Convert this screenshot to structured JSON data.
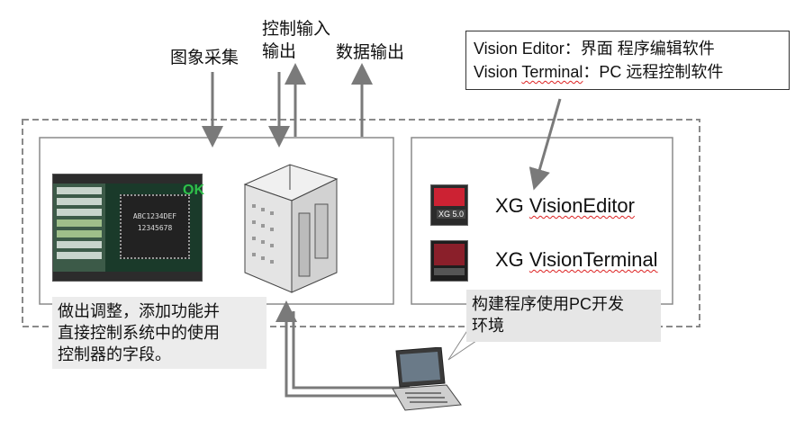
{
  "labels": {
    "image_capture": "图象采集",
    "control_io_line1": "控制输入",
    "control_io_line2": "输出",
    "data_output": "数据输出"
  },
  "callout": {
    "line1_prefix": "Vision Editor：",
    "line1_rest": "界面 程序编辑软件",
    "line2_prefix": "Vision ",
    "line2_terminal": "Terminal",
    "line2_rest": "：PC 远程控制软件"
  },
  "software": [
    {
      "prefix": "XG ",
      "name": "VisionEditor",
      "badge": "XG 5.0"
    },
    {
      "prefix": "XG ",
      "name": "VisionTerminal"
    }
  ],
  "notes": {
    "left_line1": "做出调整，添加功能并",
    "left_line2": "直接控制系统中的使用",
    "left_line3": "控制器的字段。",
    "right_line1": "构建程序使用PC开发",
    "right_line2": "环境"
  },
  "monitor": {
    "ok": "OK",
    "chip_line1": "ABC1234DEF",
    "chip_line2": "12345678"
  },
  "colors": {
    "arrow": "#7a7a7a",
    "frame": "#8a8a8a",
    "monitor_bg": "#1a3a2a",
    "ok_green": "#2fc04a",
    "note_gray": "#e6e6e6"
  }
}
